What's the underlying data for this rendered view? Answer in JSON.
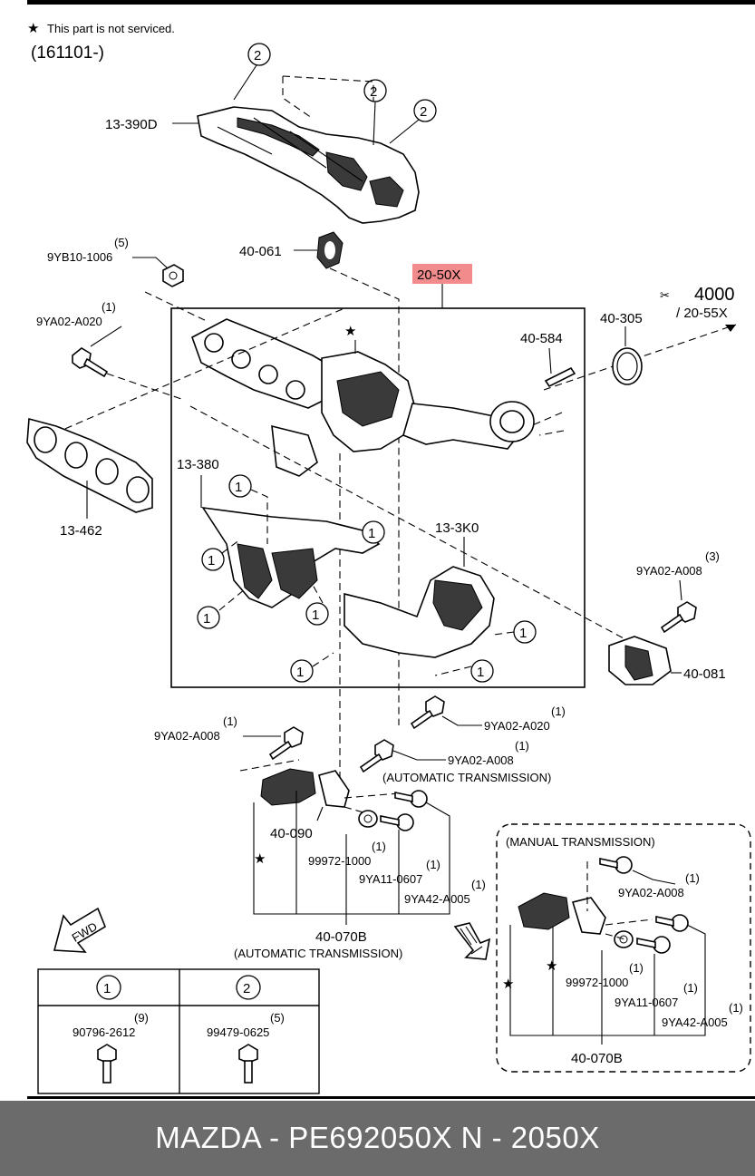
{
  "header": {
    "note": "This part is not serviced.",
    "serial": "(161101-)"
  },
  "labels": {
    "p13_390D": "13-390D",
    "p40_061": "40-061",
    "p9YB10_1006": "9YB10-1006",
    "q9YB10_1006": "(5)",
    "p9YA02_A020_top": "9YA02-A020",
    "q9YA02_A020_top": "(1)",
    "p20_50X": "20-50X",
    "p4000": "4000",
    "p20_55X": "/ 20-55X",
    "p40_305": "40-305",
    "p40_584": "40-584",
    "p13_380": "13-380",
    "p13_462": "13-462",
    "p13_3K0": "13-3K0",
    "p9YA02_A008_right": "9YA02-A008",
    "q9YA02_A008_right": "(3)",
    "p40_081": "40-081",
    "p9YA02_A008_left": "9YA02-A008",
    "q9YA02_A008_left": "(1)",
    "p9YA02_A020_mid": "9YA02-A020",
    "q9YA02_A020_mid": "(1)",
    "p9YA02_A008_mid": "9YA02-A008",
    "q9YA02_A008_mid": "(1)",
    "at_note_1": "(AUTOMATIC TRANSMISSION)",
    "p40_090": "40-090",
    "p99972_1000": "99972-1000",
    "q99972_1000": "(1)",
    "p9YA11_0607": "9YA11-0607",
    "q9YA11_0607": "(1)",
    "p9YA42_A005": "9YA42-A005",
    "q9YA42_A005": "(1)",
    "p40_070B": "40-070B",
    "at_note_2": "(AUTOMATIC TRANSMISSION)",
    "fwd": "FWD"
  },
  "manual": {
    "title": "(MANUAL TRANSMISSION)",
    "p9YA02_A008": "9YA02-A008",
    "q9YA02_A008": "(1)",
    "p99972_1000": "99972-1000",
    "q99972_1000": "(1)",
    "p9YA11_0607": "9YA11-0607",
    "q9YA11_0607": "(1)",
    "p9YA42_A005": "9YA42-A005",
    "q9YA42_A005": "(1)",
    "p40_070B": "40-070B"
  },
  "callouts": {
    "one": "1",
    "two": "2"
  },
  "legend_table": {
    "col1_head": "1",
    "col2_head": "2",
    "col1_qty": "(9)",
    "col1_part": "90796-2612",
    "col2_qty": "(5)",
    "col2_part": "99479-0625"
  },
  "footer": {
    "text": "MAZDA - PE692050X     N - 2050X"
  },
  "colors": {
    "highlight": "#f28b8b",
    "footer_bg": "#6b6b6b"
  }
}
